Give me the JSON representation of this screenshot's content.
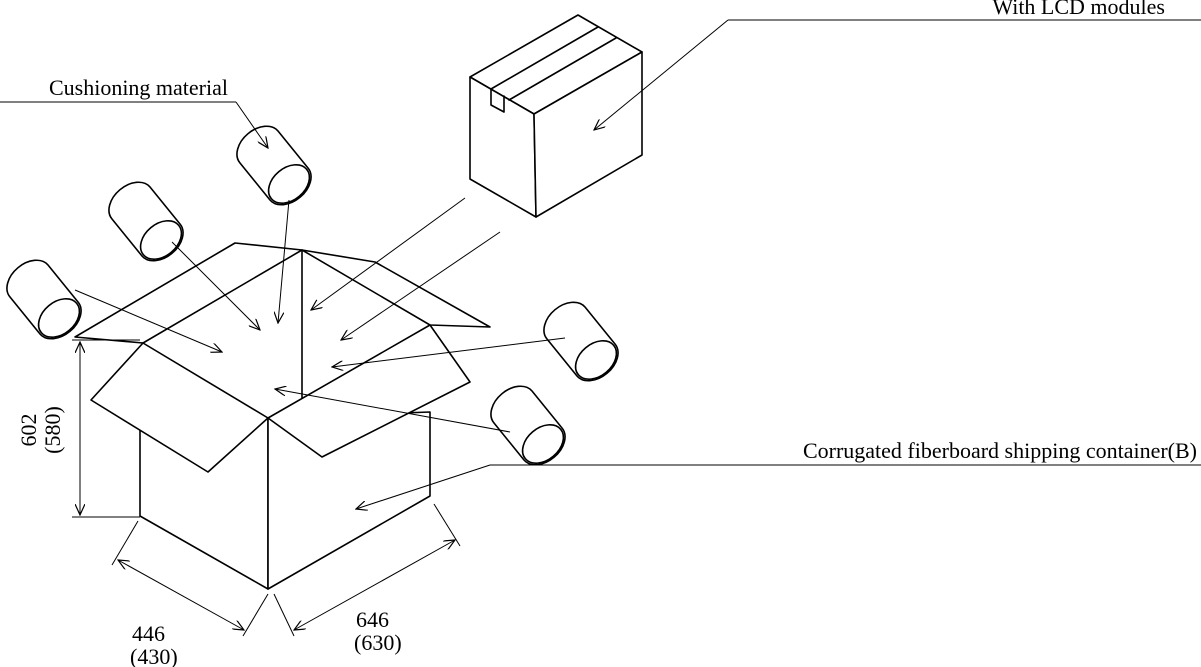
{
  "labels": {
    "lcd_box": "With LCD modules",
    "cushion": "Cushioning material",
    "container": "Corrugated fiberboard shipping container(B)"
  },
  "dimensions": {
    "height": "602",
    "height_alt": "(580)",
    "depth": "446",
    "depth_alt": "(430)",
    "width": "646",
    "width_alt": "(630)"
  },
  "colors": {
    "cushion_fill": "#c6a4ec",
    "cushion_stripe": "#ffffff",
    "line": "#000000"
  }
}
